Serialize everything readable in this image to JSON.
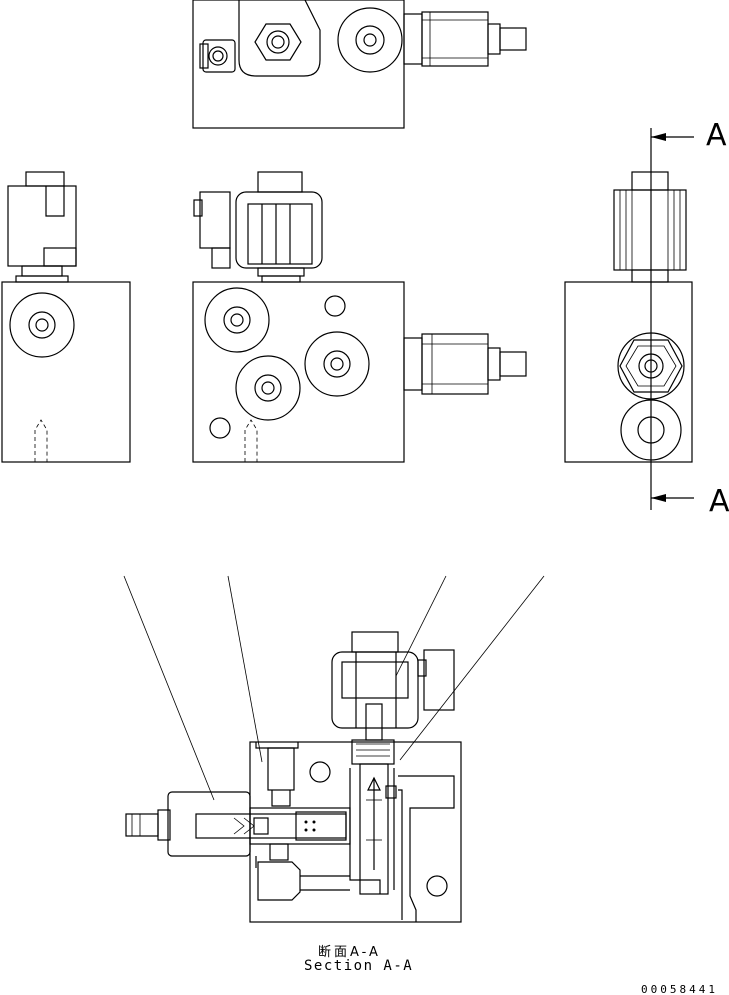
{
  "drawing": {
    "views": [
      "top-view",
      "left-side-view",
      "front-view",
      "right-side-view",
      "section-view"
    ],
    "section_marker_top": "A",
    "section_marker_bottom": "A",
    "section_caption_jp": "断面A-A",
    "section_caption_en": "Section A-A",
    "drawing_number": "00058441"
  }
}
